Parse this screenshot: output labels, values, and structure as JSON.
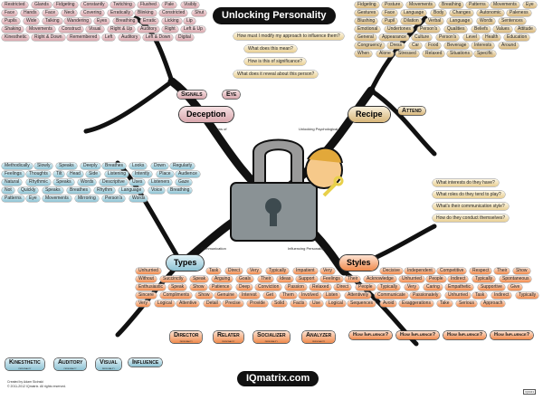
{
  "title": "Unlocking Personality",
  "website": "IQmatrix.com",
  "credit": [
    "Created by Adam Sicinski",
    "© 2011-2012 IQmatrix. All rights reserved."
  ],
  "tag": "IQ0043",
  "colors": {
    "signals": "#d9a7ad",
    "types": "#8dc2d3",
    "recipe": "#d8b679",
    "styles": "#f08a4c",
    "line": "#111111"
  },
  "center": {
    "labels": {
      "signs_of": "Signs of",
      "unlocking_psych": "Unlocking Psychological",
      "communication": "Communication",
      "influencing": "Influencing Personality"
    }
  },
  "branches": {
    "deception": "Deception",
    "recipe": "Recipe",
    "types": "Types",
    "styles": "Styles"
  },
  "questions": [
    "How must I modify my approach to influence them?",
    "What does this mean?",
    "How is this of significance?",
    "What does it reveal about this person?"
  ],
  "attend_questions": [
    "What interests do they have?",
    "What roles do they tend to play?",
    "What's their communication style?",
    "How do they conduct themselves?"
  ],
  "headers": {
    "signals": "Signals",
    "eye": "Eye",
    "attend": "Attend",
    "kinesthetic": "Kinesthetic",
    "auditory": "Auditory",
    "visual": "Visual",
    "influence": "Influence",
    "director": "Director",
    "relater": "Relater",
    "socializer": "Socializer",
    "analyzer": "Analyzer",
    "how_influence": "How Influence?",
    "sub": "personality"
  },
  "red_nodes": [
    "Restricted",
    "Glands",
    "Fidgeting",
    "Constantly",
    "Twitching",
    "Flushed",
    "Pale",
    "Visibly",
    "Face",
    "Hands",
    "Face",
    "Neck",
    "Covering",
    "Erratically",
    "Blinking",
    "Constricted",
    "Pupils",
    "Shut",
    "Wide",
    "Talking",
    "Wandering",
    "Eyes",
    "Breathing",
    "Erratic",
    "Licking",
    "Lip",
    "Shaking",
    "Movements",
    "Construct",
    "Visual",
    "Right & Up",
    "Auditory",
    "Right",
    "Kinesthetic",
    "Right & Down",
    "Left & Up",
    "Remembered",
    "Left",
    "Auditory",
    "Left & Down",
    "Digital"
  ],
  "blue_nodes": [
    "Methodically",
    "Slowly",
    "Speaks",
    "Deeply",
    "Breathes",
    "Looks",
    "Down",
    "Regularly",
    "Feelings",
    "Thoughts",
    "Tilt",
    "Head",
    "Side",
    "Listening",
    "Intently",
    "Place",
    "Audience",
    "Natural",
    "Rhythmic",
    "Speaks",
    "Words",
    "Descriptive",
    "Uses",
    "Listeners",
    "Gaze",
    "Not",
    "Quickly",
    "Speaks",
    "Breathes",
    "Rhythm",
    "Language",
    "Voice",
    "Breathing",
    "Patterns",
    "Eye",
    "Movements",
    "Mirroring",
    "Person's",
    "Words"
  ],
  "gold_nodes": [
    "Fidgeting",
    "Posture",
    "Movements",
    "Breathing",
    "Patterns",
    "Movements",
    "Gestures",
    "Eye",
    "Face",
    "Language",
    "Body",
    "Changes",
    "Autonomic",
    "Paleness",
    "Blushing",
    "Pupil",
    "Dilation",
    "Verbal",
    "Language",
    "Words",
    "Sentences",
    "Emotional",
    "Undertones",
    "Person's",
    "Qualities",
    "Beliefs",
    "Values",
    "Attitude",
    "General",
    "Appearance",
    "Culture",
    "Person's",
    "Level",
    "Health",
    "Education",
    "Congruency",
    "Dress",
    "Car",
    "Food",
    "Beverage",
    "Interests",
    "Around",
    "When",
    "Alone",
    "Stressed",
    "Relaxed",
    "Situations",
    "Specific"
  ],
  "orange_nodes": [
    "Unhurried",
    "Task",
    "Direct",
    "Very",
    "Typically",
    "Impatient",
    "Decisive",
    "Independent",
    "Competitive",
    "Respect",
    "Their",
    "Show",
    "Without",
    "Succinctly",
    "Speak",
    "Arguing",
    "Goals",
    "Their",
    "Ideas",
    "Support",
    "Feelings",
    "Their",
    "Acknowledge",
    "Unhurried",
    "People",
    "Indirect",
    "Typically",
    "Very",
    "Spontaneous",
    "Enthusiastic",
    "Speak",
    "Show",
    "Patience",
    "Deep",
    "Conviction",
    "Passion",
    "Relaxed",
    "Direct",
    "People",
    "Typically",
    "Very",
    "Caring",
    "Empathetic",
    "Supportive",
    "Give",
    "Sincere",
    "Compliments",
    "Show",
    "Genuine",
    "Interest",
    "Get",
    "Them",
    "Involved",
    "Listen",
    "Attentively",
    "Communicate",
    "Passionately",
    "Unhurried",
    "Task",
    "Indirect",
    "Typically",
    "Very",
    "Logical",
    "Attentive",
    "Detail",
    "Precise",
    "Provide",
    "Solid",
    "Facts",
    "Use",
    "Logical",
    "Sequences",
    "Avoid",
    "Exaggerations",
    "Take",
    "Serious",
    "Approach"
  ]
}
